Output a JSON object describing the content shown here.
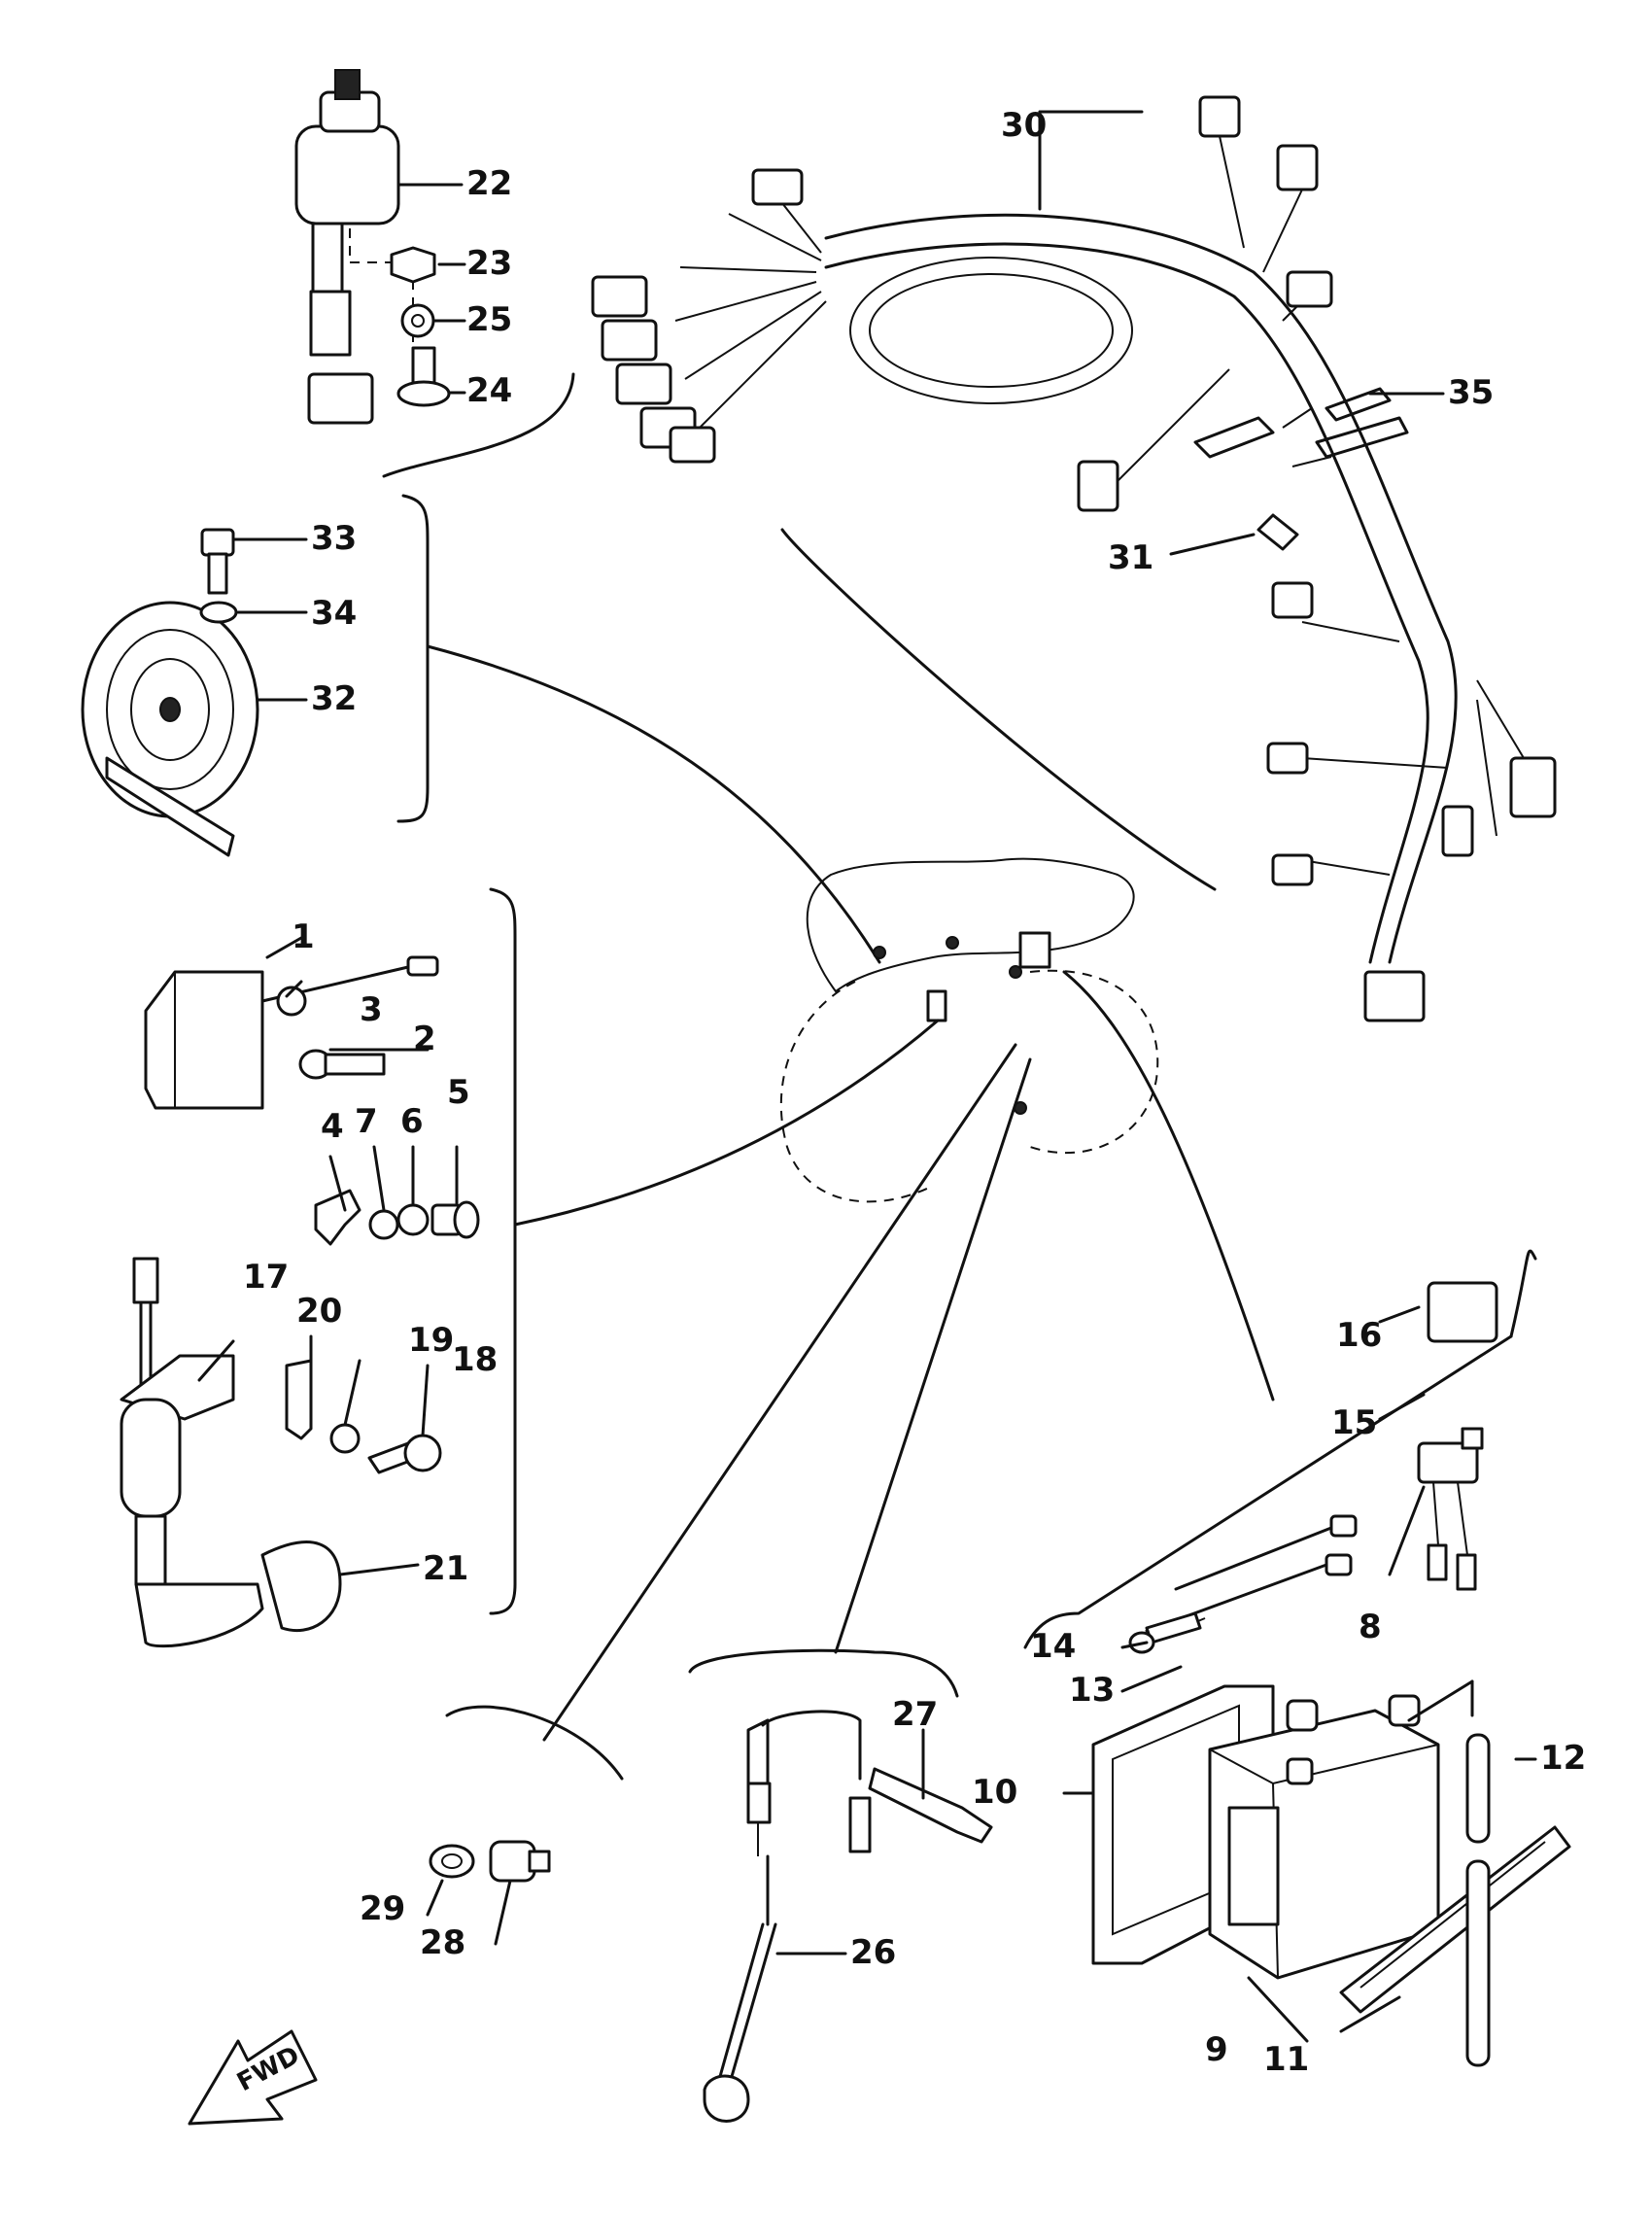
{
  "labels": {
    "l1": "1",
    "l2": "2",
    "l3": "3",
    "l4": "4",
    "l5": "5",
    "l6": "6",
    "l7": "7",
    "l8": "8",
    "l9": "9",
    "l10": "10",
    "l11": "11",
    "l12": "12",
    "l13": "13",
    "l14": "14",
    "l15": "15",
    "l16": "16",
    "l17": "17",
    "l18": "18",
    "l19": "19",
    "l20": "20",
    "l21": "21",
    "l22": "22",
    "l23": "23",
    "l24": "24",
    "l25": "25",
    "l26": "26",
    "l27": "27",
    "l28": "28",
    "l29": "29",
    "l30": "30",
    "l31": "31",
    "l32": "32",
    "l33": "33",
    "l34": "34",
    "l35": "35"
  },
  "arrow": {
    "text": "FWD"
  }
}
